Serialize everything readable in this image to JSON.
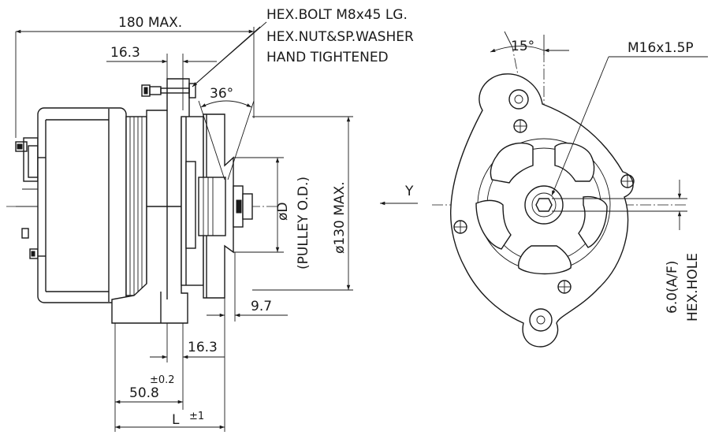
{
  "labels": {
    "max_length": "180 MAX.",
    "bolt_line1": "HEX.BOLT  M8x45  LG.",
    "bolt_line2": "HEX.NUT&SP.WASHER",
    "bolt_line3": "HAND  TIGHTENED",
    "dim_16_3_top": "16.3",
    "angle_36": "36°",
    "pulley_dia": "øD",
    "pulley_od": "(PULLEY  O.D.)",
    "dia_130": "ø130  MAX.",
    "dim_9_7": "9.7",
    "dim_16_3_bottom": "16.3",
    "tol_02": "±0.2",
    "dim_50_8": "50.8",
    "dim_L": "L",
    "tol_1": "±1",
    "view_y": "Y",
    "angle_15": "15°",
    "thread": "M16x1.5P",
    "hex_af": "6.0(A/F)",
    "hex_hole": "HEX.HOLE"
  }
}
